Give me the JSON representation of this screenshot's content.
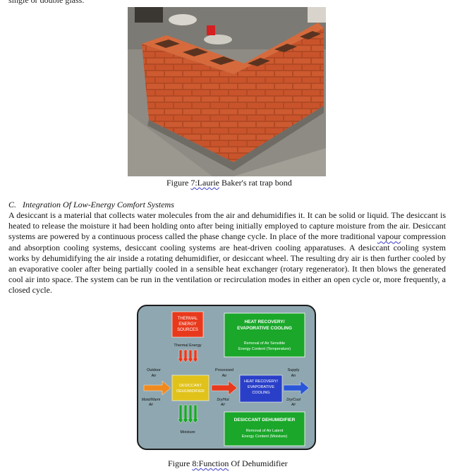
{
  "page": {
    "top_fragment": "single or double glass.",
    "figure7_caption_prefix": "Figure ",
    "figure7_caption_flag1": "7:Laurie",
    "figure7_caption_rest": " Baker's rat trap bond",
    "section_letter": "C.",
    "section_title": "Integration Of Low-Energy Comfort Systems",
    "paragraph_part1": "A desiccant is a material that collects water molecules from the air and dehumidifies it. It can be solid or liquid. The desiccant is heated to release the moisture it had been holding onto after being initially employed to capture moisture from the air. Desiccant systems are powered by a continuous process called the phase change cycle. In place of the more traditional ",
    "paragraph_flag": "vapour",
    "paragraph_part2": " compression and absorption cooling systems, desiccant cooling systems are heat-driven cooling apparatuses. A desiccant cooling system works by dehumidifying the air inside a rotating dehumidifier, or desiccant wheel. The resulting dry air is then further cooled by an evaporative cooler after being partially cooled in a sensible heat exchanger (rotary regenerator). It then blows the generated cool air into space. The system can be run in the ventilation or recirculation modes in either an open cycle or, more frequently, a closed cycle.",
    "figure8_caption_prefix": "Figure ",
    "figure8_caption_flag": "8:Function",
    "figure8_caption_rest": " Of Dehumidifier"
  },
  "diagram": {
    "thermal_box": [
      "THERMAL",
      "ENERGY",
      "SOURCES"
    ],
    "thermal_energy_label": "Thermal Energy",
    "heat_recovery_top_title": [
      "HEAT RECOVERY/",
      "EVAPORATIVE COOLING"
    ],
    "heat_recovery_top_sub": [
      "Removal of Air Sensible",
      "Energy Content (Temperature)"
    ],
    "outdoor_air": [
      "Outdoor",
      "Air"
    ],
    "moist_warm_air": [
      "Moist/Warm",
      "Air"
    ],
    "desiccant_box": [
      "DESICCANT",
      "DEHUMIDIFIER"
    ],
    "processed_air": [
      "Processed",
      "Air"
    ],
    "dry_hot_air": [
      "Dry/Hot",
      "Air"
    ],
    "heat_recovery_mid": [
      "HEAT RECOVERY/",
      "EVAPORATIVE",
      "COOLING"
    ],
    "supply_air": [
      "Supply",
      "Air"
    ],
    "dry_cool_air": [
      "Dry/Cool",
      "Air"
    ],
    "moisture_label": "Moisture",
    "desiccant_bottom_title": "DESICCANT DEHUMIDIFIER",
    "desiccant_bottom_sub": [
      "Removal of Air Latent",
      "Energy Content (Moisture)"
    ],
    "colors": {
      "panel": "#8fa7b0",
      "red_box": "#e8391c",
      "green_box": "#1aa72a",
      "yellow_box": "#e0c21a",
      "blue_box": "#2a3fc8",
      "orange_arrow": "#f08a1e",
      "red_arrow": "#e8391c",
      "blue_arrow": "#2a56d8"
    }
  }
}
